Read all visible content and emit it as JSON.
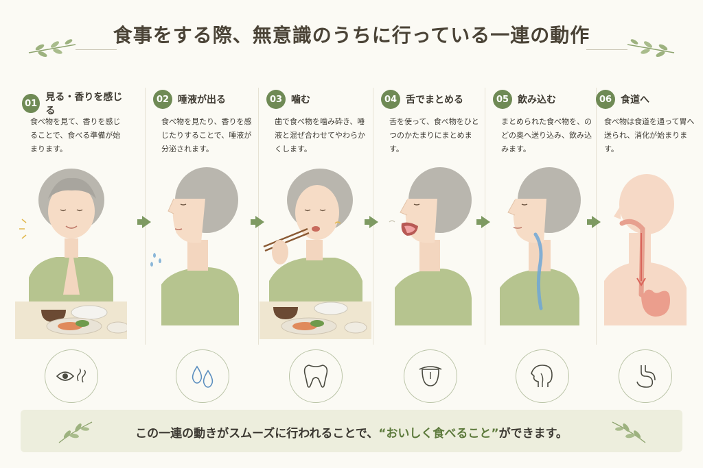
{
  "title": "食事をする際、無意識のうちに行っている一連の動作",
  "steps": [
    {
      "num": "01",
      "title": "見る・香りを感じる",
      "desc": "食べ物を見て、香りを感じることで、食べる準備が始まります。",
      "icon": "eye-and-aroma-icon"
    },
    {
      "num": "02",
      "title": "唾液が出る",
      "desc": "食べ物を見たり、香りを感じたりすることで、唾液が分泌されます。",
      "icon": "water-drops-icon"
    },
    {
      "num": "03",
      "title": "噛む",
      "desc": "歯で食べ物を噛み砕き、唾液と混ぜ合わせてやわらかくします。",
      "icon": "tooth-icon"
    },
    {
      "num": "04",
      "title": "舌でまとめる",
      "desc": "舌を使って、食べ物をひとつのかたまりにまとめます。",
      "icon": "tongue-icon"
    },
    {
      "num": "05",
      "title": "飲み込む",
      "desc": "まとめられた食べ物を、のどの奥へ送り込み、飲み込みます。",
      "icon": "throat-profile-icon"
    },
    {
      "num": "06",
      "title": "食道へ",
      "desc": "食べ物は食道を通って胃へ送られ、消化が始まります。",
      "icon": "stomach-icon"
    }
  ],
  "footer": {
    "before": "この一連の動きがスムーズに行われることで、",
    "highlight": "“おいしく食べること”",
    "after": "ができます。"
  },
  "colors": {
    "accent": "#6f8a55",
    "background": "#fbfaf4",
    "footer_bg": "#edeedd",
    "highlight": "#5d7a3c"
  }
}
